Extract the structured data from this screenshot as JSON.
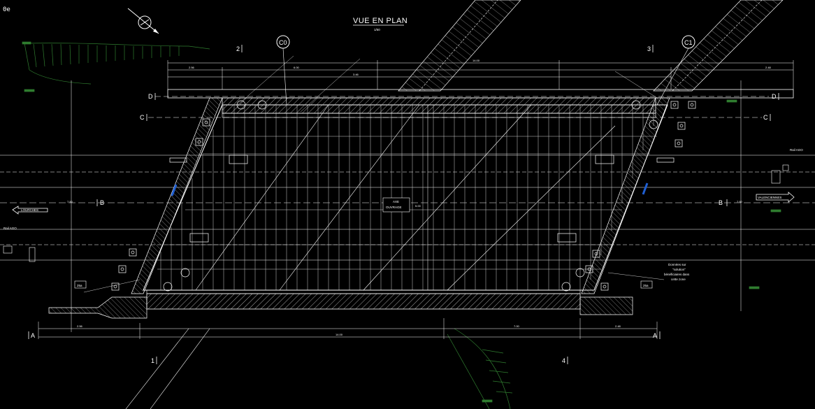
{
  "corner_label": "0e",
  "title": "VUE EN PLAN",
  "scale": "1/50",
  "axis_label_line1": "AXE",
  "axis_label_line2": "OUVRAGE",
  "directions": {
    "left": "LOURCHES",
    "right": "VALENCIENNES"
  },
  "grid_bubbles": {
    "left": "C0",
    "right": "C1"
  },
  "section_marks": {
    "top_left": "2",
    "top_right": "3",
    "bottom_left": "1",
    "bottom_right": "4",
    "D_left": "D",
    "D_right": "D",
    "C_left": "C",
    "C_right": "C",
    "B_left": "B",
    "B_right": "B",
    "A_left": "A",
    "A_right": "A"
  },
  "dim_labels": {
    "top_overall": "14.00",
    "top_segment_a": "2.56",
    "top_segment_b": "6.00",
    "top_segment_c": "3.46",
    "top_segment_d": "2.48",
    "bottom_overall": "14.00",
    "bottom_segment_a": "2.56",
    "bottom_segment_b": "7.00",
    "bottom_segment_c": "2.48",
    "side_left": "7.50",
    "side_right": "7.50",
    "center_height": "5.00"
  },
  "annotations": {
    "pt_left": "25a",
    "pt_right": "25a",
    "note_right_line1": "Données sur",
    "note_right_line2": "\"solution\"",
    "note_right_line3": "bénéficiaires dans",
    "note_right_line4": "cette zone",
    "rail_top_right": "Rail AGO",
    "rail_bottom_left": "Rail AGO"
  },
  "colors": {
    "background": "#000000",
    "lines": "#ffffff",
    "hatch": "#d9d9d9",
    "terrain": "#2f7d2f",
    "accent_blue": "#1f5ed1"
  }
}
